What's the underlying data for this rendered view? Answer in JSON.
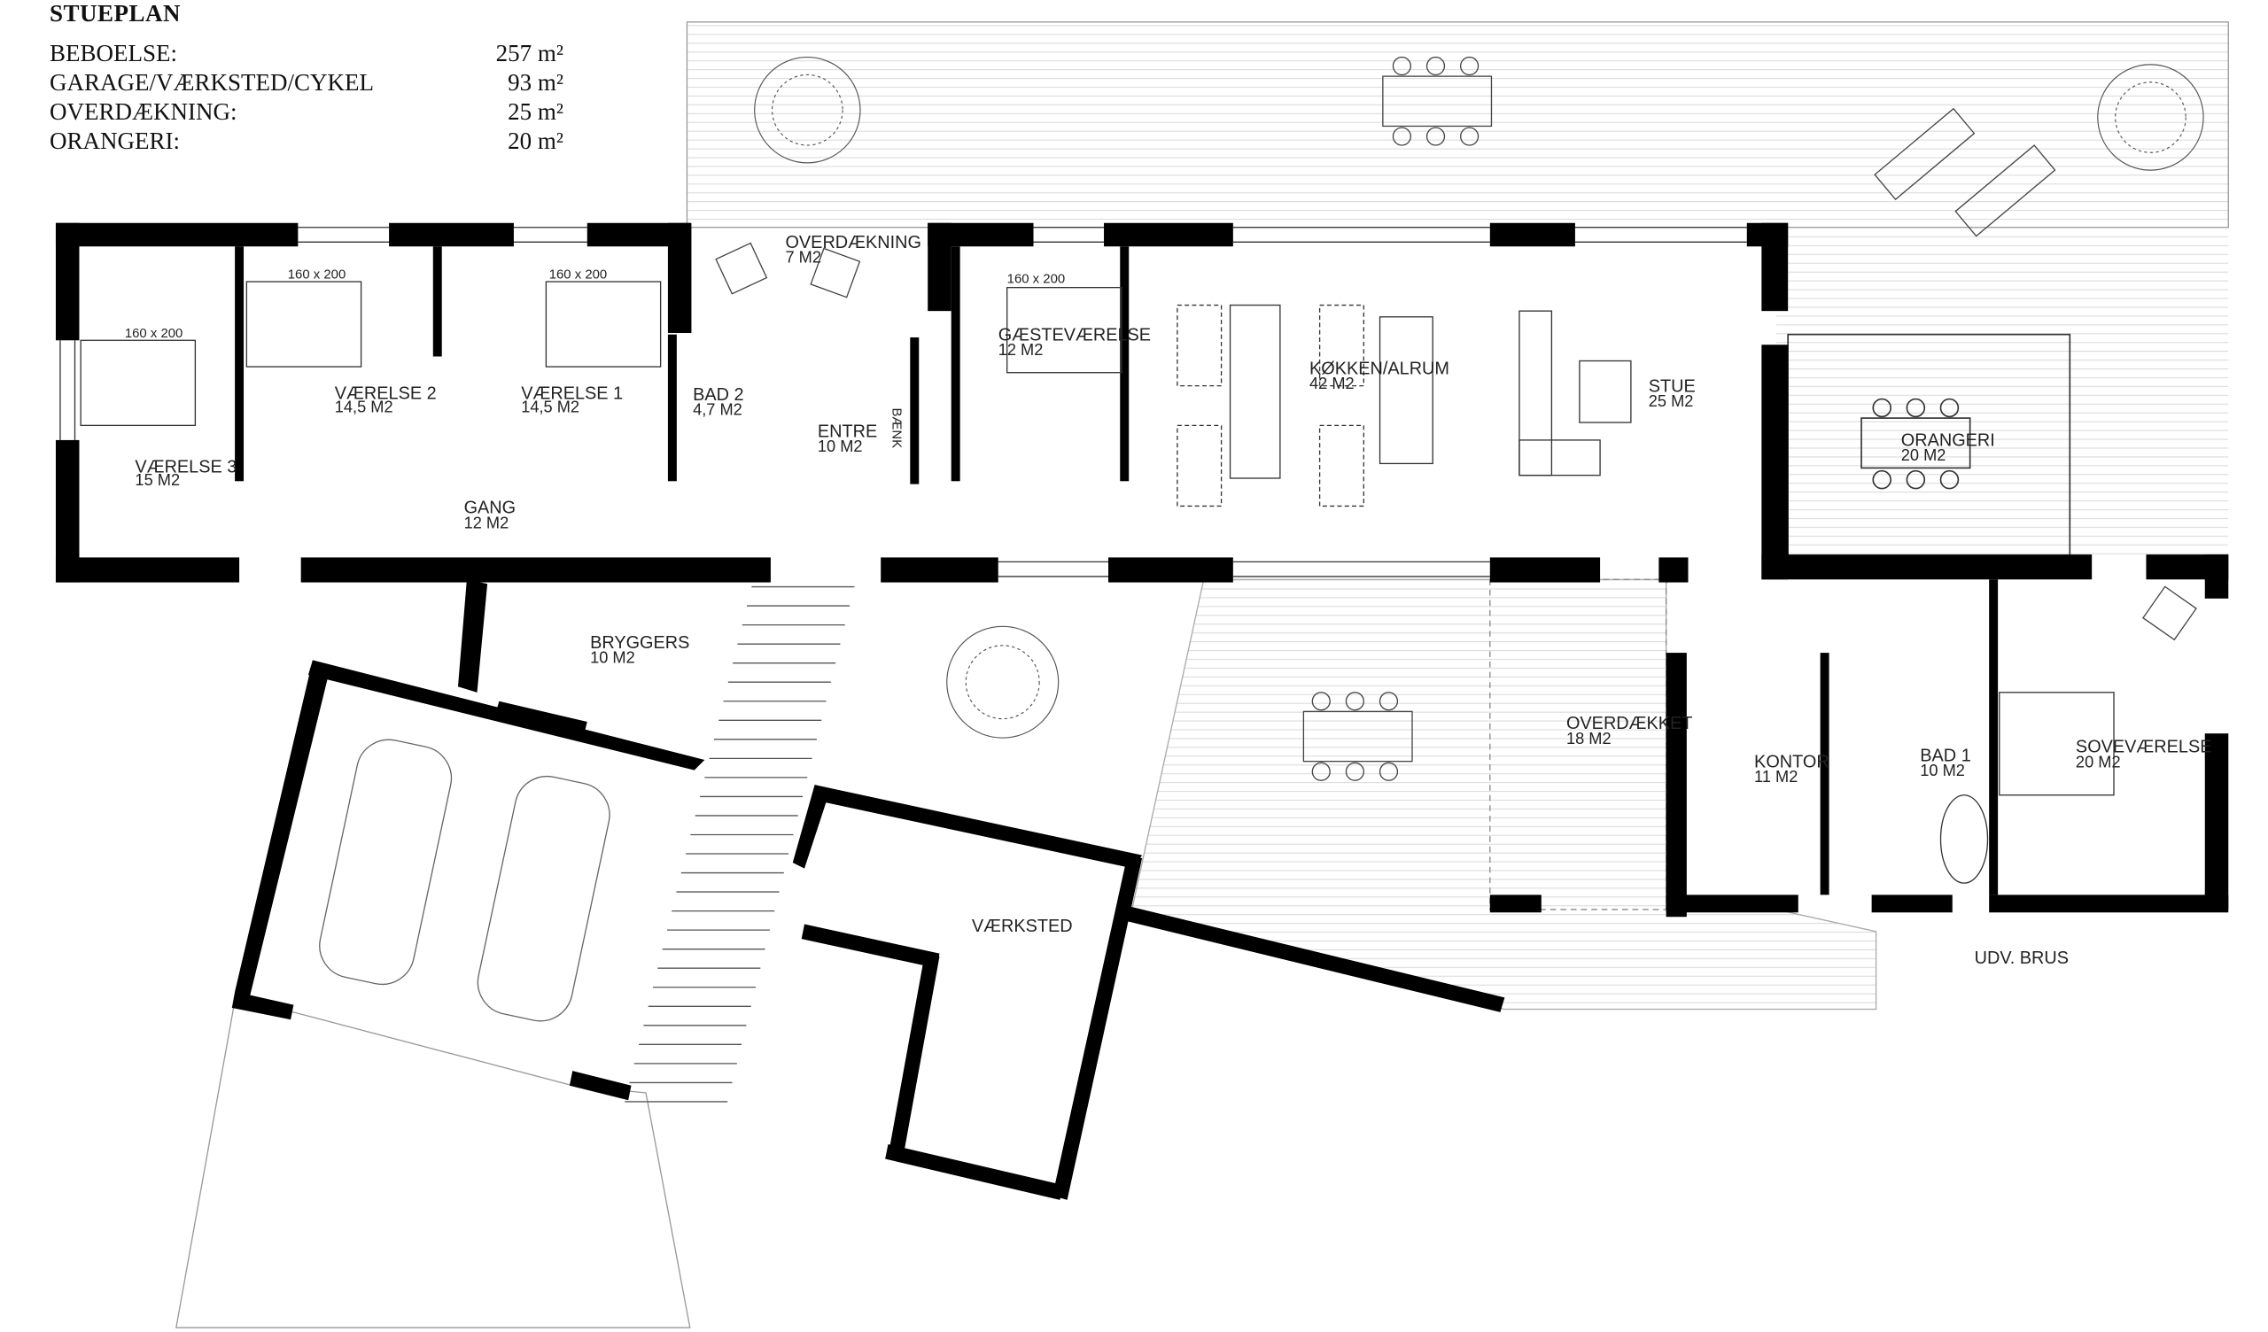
{
  "legend": {
    "title": "STUEPLAN",
    "rows": [
      {
        "label": "BEBOELSE:",
        "value": "257 m²"
      },
      {
        "label": "GARAGE/VÆRKSTED/CYKEL",
        "value": "93 m²"
      },
      {
        "label": "OVERDÆKNING:",
        "value": "25 m²"
      },
      {
        "label": "ORANGERI:",
        "value": "20 m²"
      }
    ]
  },
  "rooms": {
    "vaerelse3": {
      "name": "VÆRELSE 3",
      "area": "15 M2",
      "bed": "160 x 200"
    },
    "vaerelse2": {
      "name": "VÆRELSE 2",
      "area": "14,5 M2",
      "bed": "160 x 200"
    },
    "vaerelse1": {
      "name": "VÆRELSE 1",
      "area": "14,5 M2",
      "bed": "160 x 200"
    },
    "overdaekning": {
      "name": "OVERDÆKNING",
      "area": "7 M2"
    },
    "bad2": {
      "name": "BAD 2",
      "area": "4,7 M2"
    },
    "entre": {
      "name": "ENTRE",
      "area": "10 M2"
    },
    "baenk": {
      "name": "BÆNK"
    },
    "gaestevaerelse": {
      "name": "GÆSTEVÆRELSE",
      "area": "12 M2",
      "bed": "160 x 200"
    },
    "koekken": {
      "name": "KØKKEN/ALRUM",
      "area": "42 M2"
    },
    "stue": {
      "name": "STUE",
      "area": "25 M2"
    },
    "orangeri": {
      "name": "ORANGERI",
      "area": "20 M2"
    },
    "gang": {
      "name": "GANG",
      "area": "12 M2"
    },
    "bryggers": {
      "name": "BRYGGERS",
      "area": "10 M2"
    },
    "overdaekket": {
      "name": "OVERDÆKKET",
      "area": "18 M2"
    },
    "kontor": {
      "name": "KONTOR",
      "area": "11 M2"
    },
    "bad1": {
      "name": "BAD 1",
      "area": "10 M2"
    },
    "sovevaerelse": {
      "name": "SOVEVÆRELSE",
      "area": "20 M2"
    },
    "vaerksted": {
      "name": "VÆRKSTED"
    },
    "udvbrus": {
      "name": "UDV. BRUS"
    }
  }
}
